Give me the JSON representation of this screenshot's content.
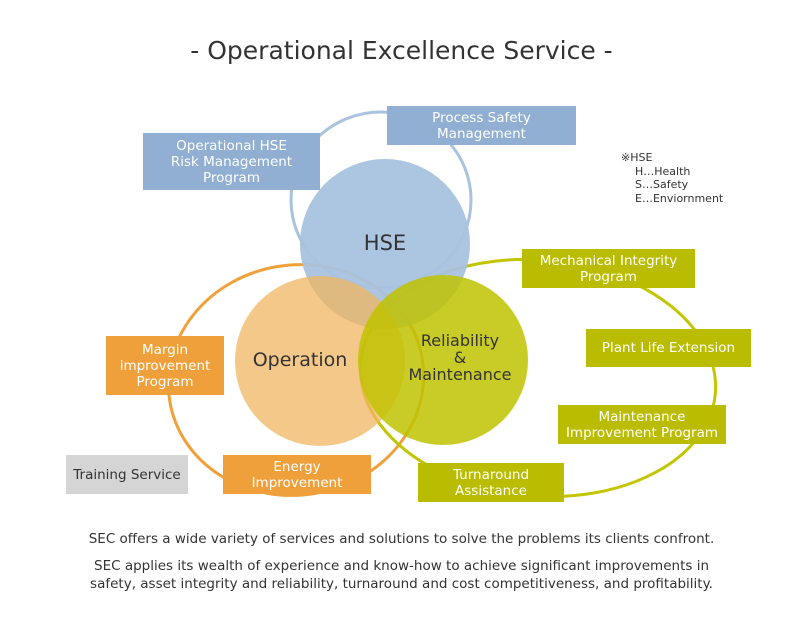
{
  "title": "- Operational Excellence Service -",
  "circles": {
    "hse": "HSE",
    "operation": "Operation",
    "rm": "Reliability\n&\nMaintenance"
  },
  "boxes": {
    "op_hse": "Operational HSE\nRisk Management\nProgram",
    "psm": "Process Safety\nManagement",
    "mip": "Mechanical Integrity\nProgram",
    "ple": "Plant Life Extension",
    "maint": "Maintenance\nImprovement Program",
    "turn": "Turnaround\nAssistance",
    "margin": "Margin\nimprovement\nProgram",
    "energy": "Energy\nImprovement",
    "training": "Training Service"
  },
  "note": {
    "head": "※HSE",
    "items": [
      "H…Health",
      "S…Safety",
      "E…Enviornment"
    ]
  },
  "desc": [
    "SEC offers a wide variety of services and solutions to solve the problems its clients confront.",
    "SEC applies its wealth of experience and know-how to achieve significant improvements in",
    "safety, asset integrity and reliability, turnaround and cost competitiveness, and profitability."
  ],
  "colors": {
    "blue": "#91afd2",
    "green": "#b9bc00",
    "orange": "#efa03a",
    "gray": "#d5d5d5"
  }
}
